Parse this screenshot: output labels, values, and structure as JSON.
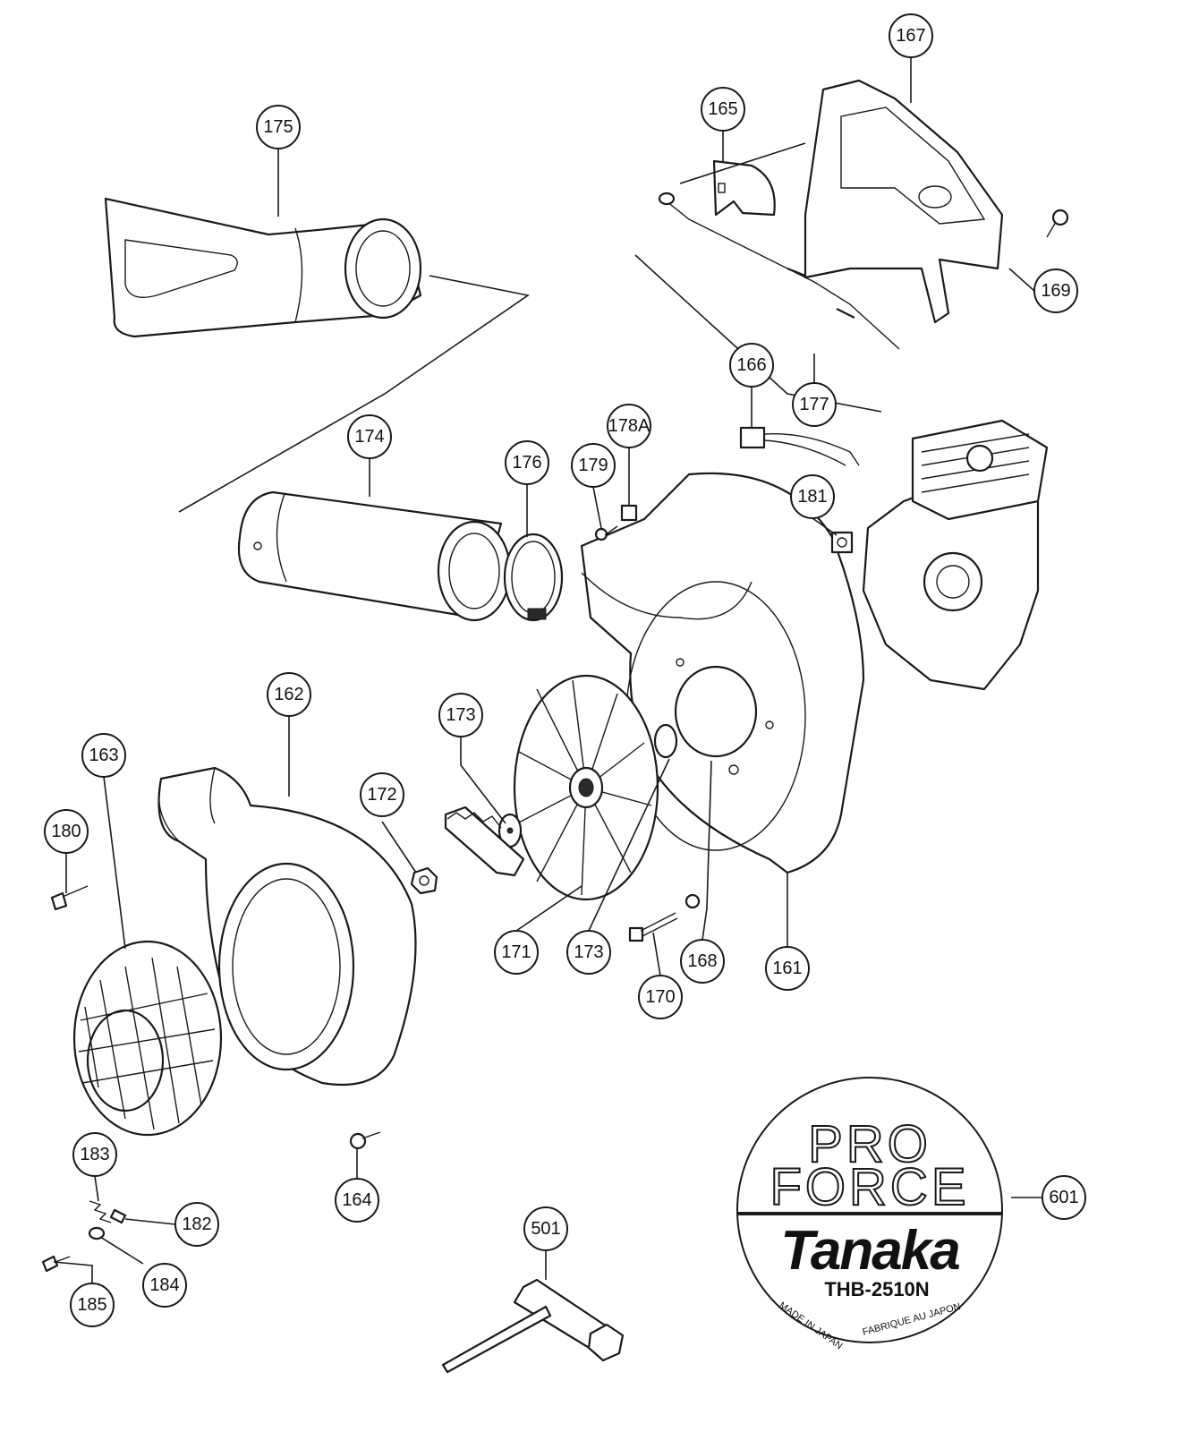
{
  "callouts": [
    {
      "id": "161",
      "label": "161"
    },
    {
      "id": "162",
      "label": "162"
    },
    {
      "id": "163",
      "label": "163"
    },
    {
      "id": "164",
      "label": "164"
    },
    {
      "id": "165",
      "label": "165"
    },
    {
      "id": "166",
      "label": "166"
    },
    {
      "id": "167",
      "label": "167"
    },
    {
      "id": "168",
      "label": "168"
    },
    {
      "id": "169",
      "label": "169"
    },
    {
      "id": "170",
      "label": "170"
    },
    {
      "id": "171",
      "label": "171"
    },
    {
      "id": "172",
      "label": "172"
    },
    {
      "id": "173a",
      "label": "173"
    },
    {
      "id": "173b",
      "label": "173"
    },
    {
      "id": "174",
      "label": "174"
    },
    {
      "id": "175",
      "label": "175"
    },
    {
      "id": "176",
      "label": "176"
    },
    {
      "id": "177",
      "label": "177"
    },
    {
      "id": "178A",
      "label": "178A"
    },
    {
      "id": "179",
      "label": "179"
    },
    {
      "id": "180",
      "label": "180"
    },
    {
      "id": "181",
      "label": "181"
    },
    {
      "id": "182",
      "label": "182"
    },
    {
      "id": "183",
      "label": "183"
    },
    {
      "id": "184",
      "label": "184"
    },
    {
      "id": "185",
      "label": "185"
    },
    {
      "id": "501",
      "label": "501"
    },
    {
      "id": "601",
      "label": "601"
    }
  ],
  "decal": {
    "line1": "PRO",
    "line2": "FORCE",
    "brand": "Tanaka",
    "model": "THB-2510N",
    "made_in": "MADE IN JAPAN",
    "fabrique": "FABRIQUE AU JAPON"
  }
}
